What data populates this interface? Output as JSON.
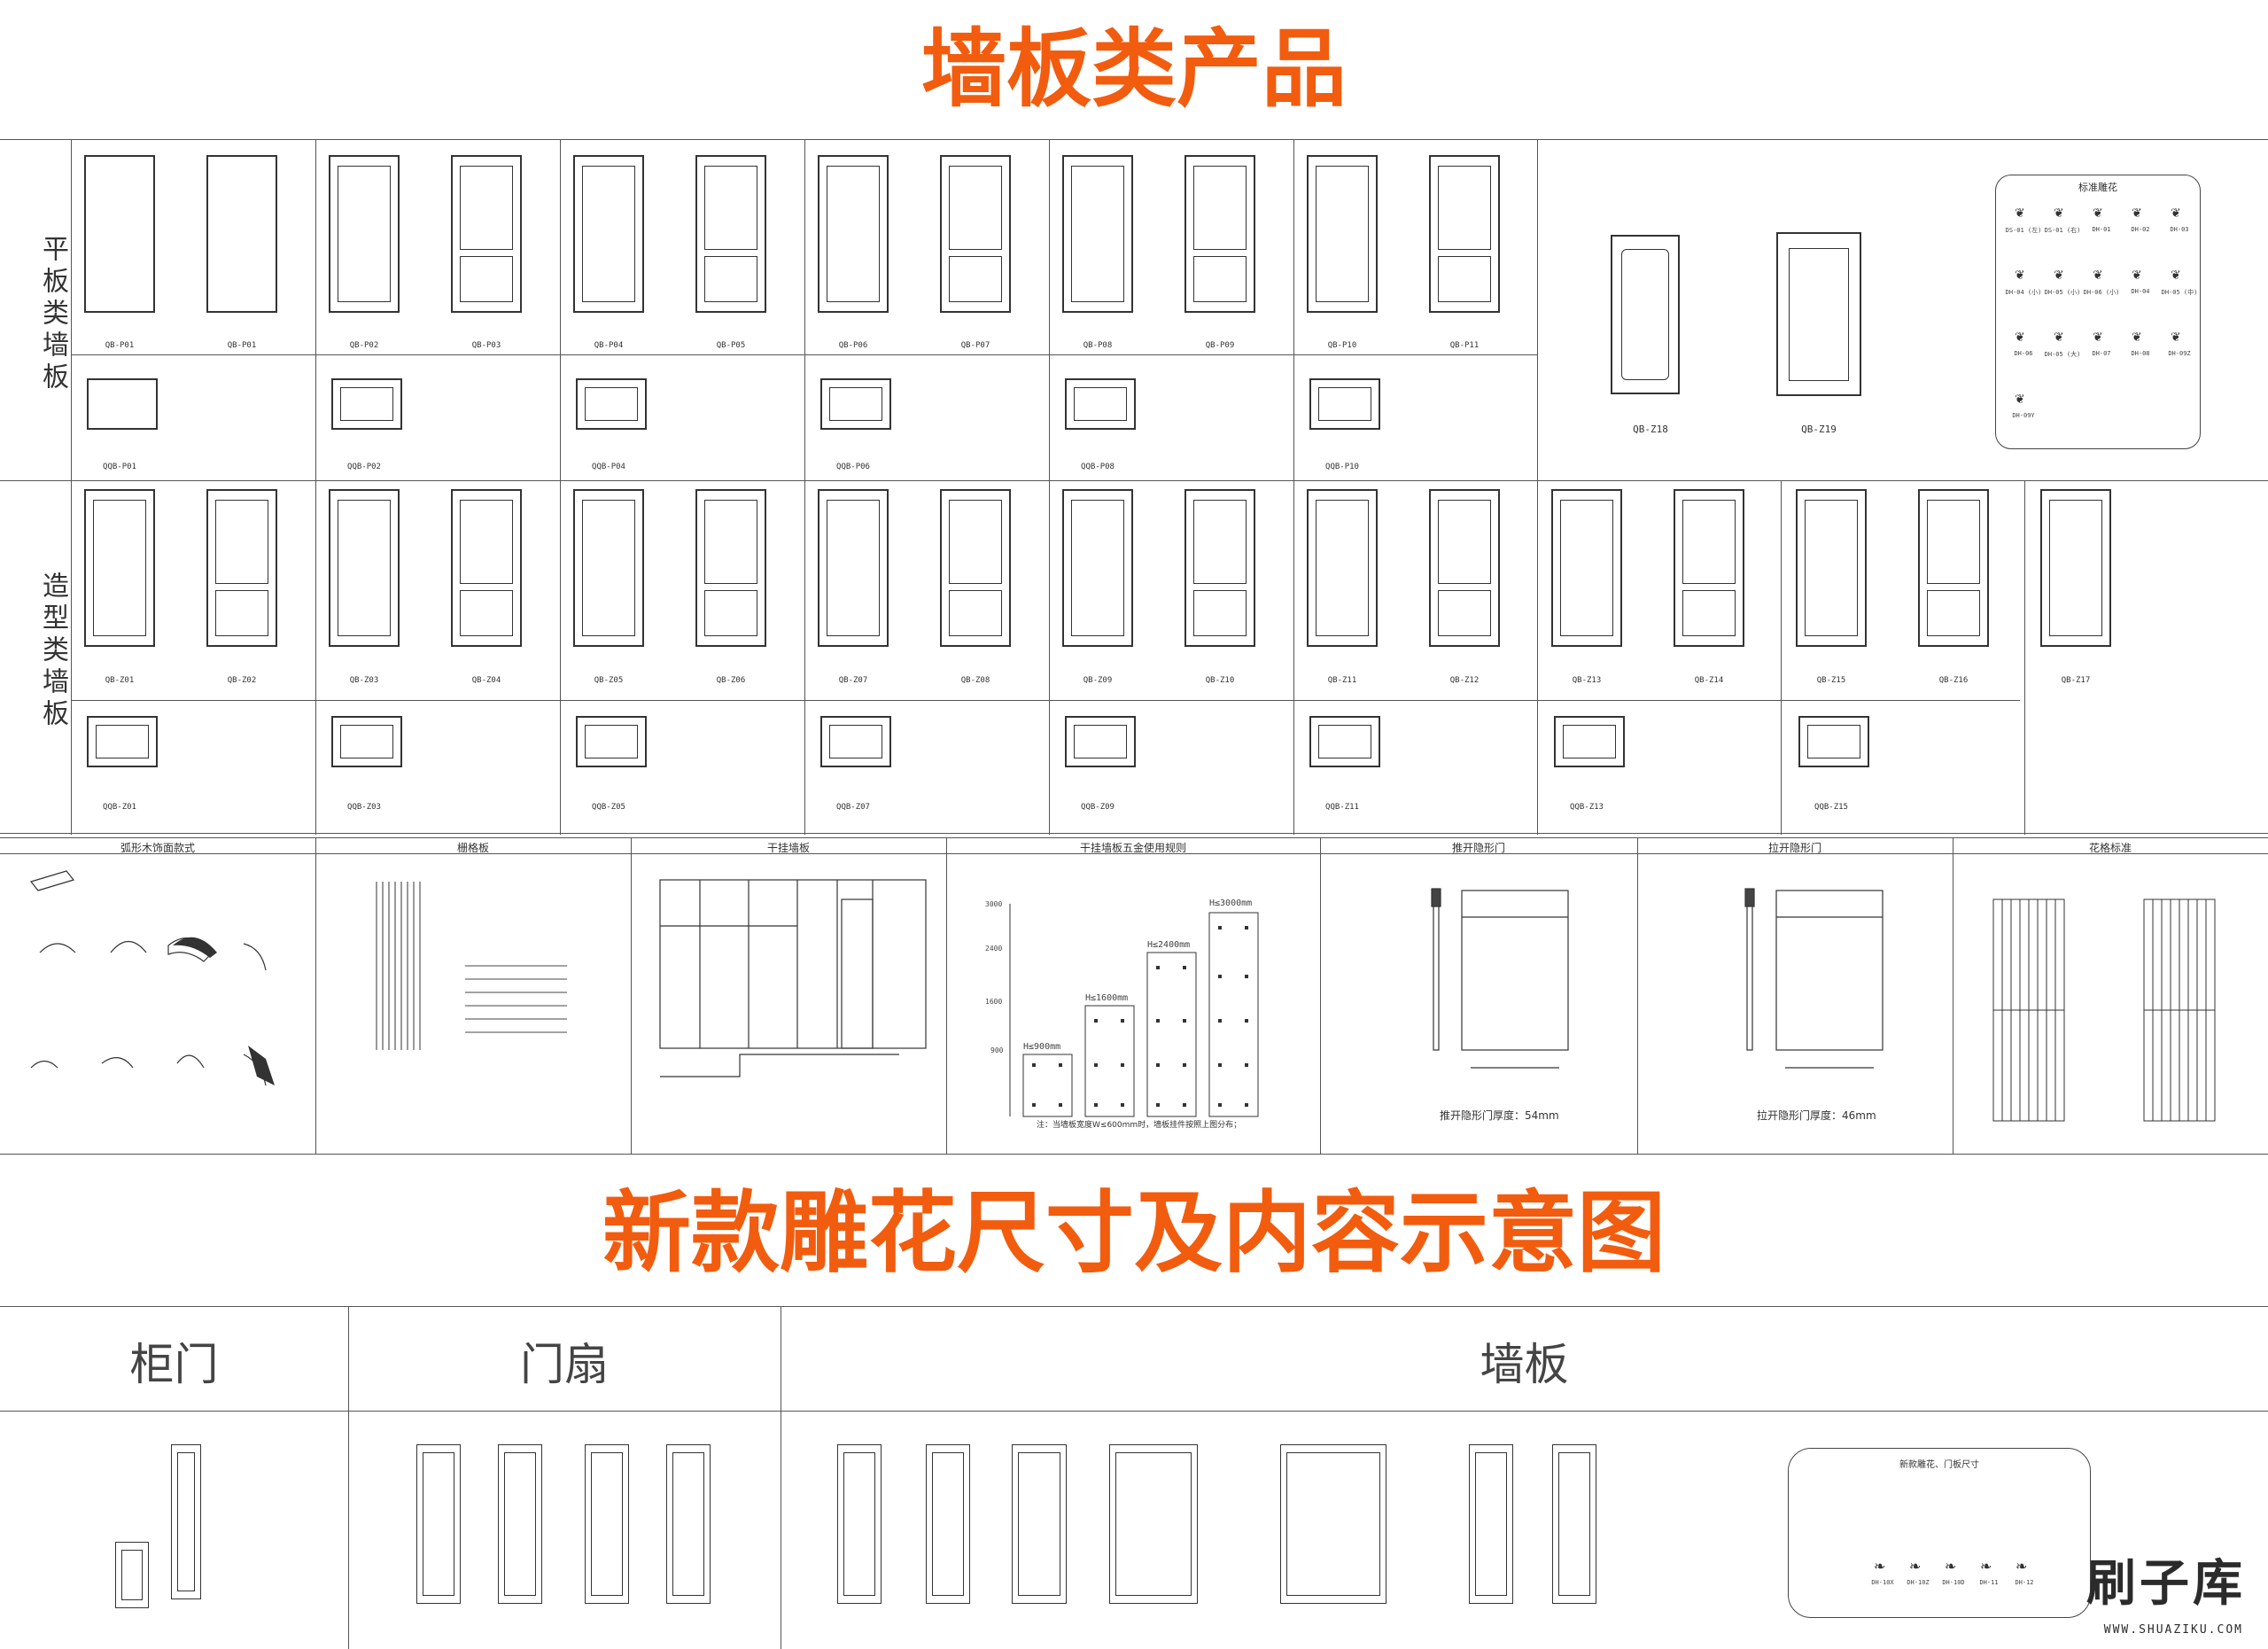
{
  "header": {
    "title": "墙板类产品"
  },
  "section_labels": {
    "flat": "平板类墙板",
    "shaped": "造型类墙板"
  },
  "flat_row1_codes": [
    "QB-P01",
    "QB-P01",
    "QB-P02",
    "QB-P03",
    "QB-P04",
    "QB-P05",
    "QB-P06",
    "QB-P07",
    "QB-P08",
    "QB-P09",
    "QB-P10",
    "QB-P11"
  ],
  "flat_row2_codes": [
    "QQB-P01",
    "QQB-P02",
    "QQB-P04",
    "QQB-P06",
    "QQB-P08",
    "QQB-P10"
  ],
  "feature_codes": [
    "QB-Z18",
    "QB-Z19"
  ],
  "carving_box": {
    "title": "标准雕花",
    "items": [
      "DS-01 (左)",
      "DS-01 (右)",
      "DH-01",
      "DH-02",
      "DH-03",
      "DH-04 (小)",
      "DH-05 (小)",
      "DH-06 (小)",
      "DH-04",
      "DH-05 (中)",
      "DH-06",
      "DH-05 (大)",
      "DH-07",
      "DH-08",
      "DH-09Z",
      "DH-09Y"
    ]
  },
  "shaped_row1_codes": [
    "QB-Z01",
    "QB-Z02",
    "QB-Z03",
    "QB-Z04",
    "QB-Z05",
    "QB-Z06",
    "QB-Z07",
    "QB-Z08",
    "QB-Z09",
    "QB-Z10",
    "QB-Z11",
    "QB-Z12",
    "QB-Z13",
    "QB-Z14",
    "QB-Z15",
    "QB-Z16",
    "QB-Z17"
  ],
  "shaped_row2_codes": [
    "QQB-Z01",
    "QQB-Z03",
    "QQB-Z05",
    "QQB-Z07",
    "QQB-Z09",
    "QQB-Z11",
    "QQB-Z13",
    "QQB-Z15"
  ],
  "detail_panels": [
    {
      "title": "弧形木饰面款式"
    },
    {
      "title": "栅格板"
    },
    {
      "title": "干挂墙板"
    },
    {
      "title": "干挂墙板五金使用规则"
    },
    {
      "title": "推开隐形门"
    },
    {
      "title": "拉开隐形门"
    },
    {
      "title": "花格标准"
    }
  ],
  "hardware_chart": {
    "heights": [
      "H≤900mm",
      "H≤1600mm",
      "H≤2400mm",
      "H≤3000mm"
    ],
    "axis": [
      "3000",
      "2400",
      "1600",
      "900"
    ],
    "note": "注：当墙板宽度W≤600mm时，墙板挂件按照上图分布；"
  },
  "door_notes": {
    "push": "推开隐形门厚度：54mm",
    "pull": "拉开隐形门厚度：46mm"
  },
  "footer": {
    "title": "新款雕花尺寸及内容示意图",
    "categories": [
      "柜门",
      "门扇",
      "墙板"
    ]
  },
  "new_carving_box": {
    "title": "新款雕花、门板尺寸",
    "items": [
      "DH-10X",
      "DH-10Z",
      "DH-10D",
      "DH-11",
      "DH-12"
    ]
  },
  "watermark": {
    "text": "刷子库",
    "url": "WWW.SHUAZIKU.COM"
  },
  "colors": {
    "accent": "#f25c0f",
    "line": "#555555"
  }
}
